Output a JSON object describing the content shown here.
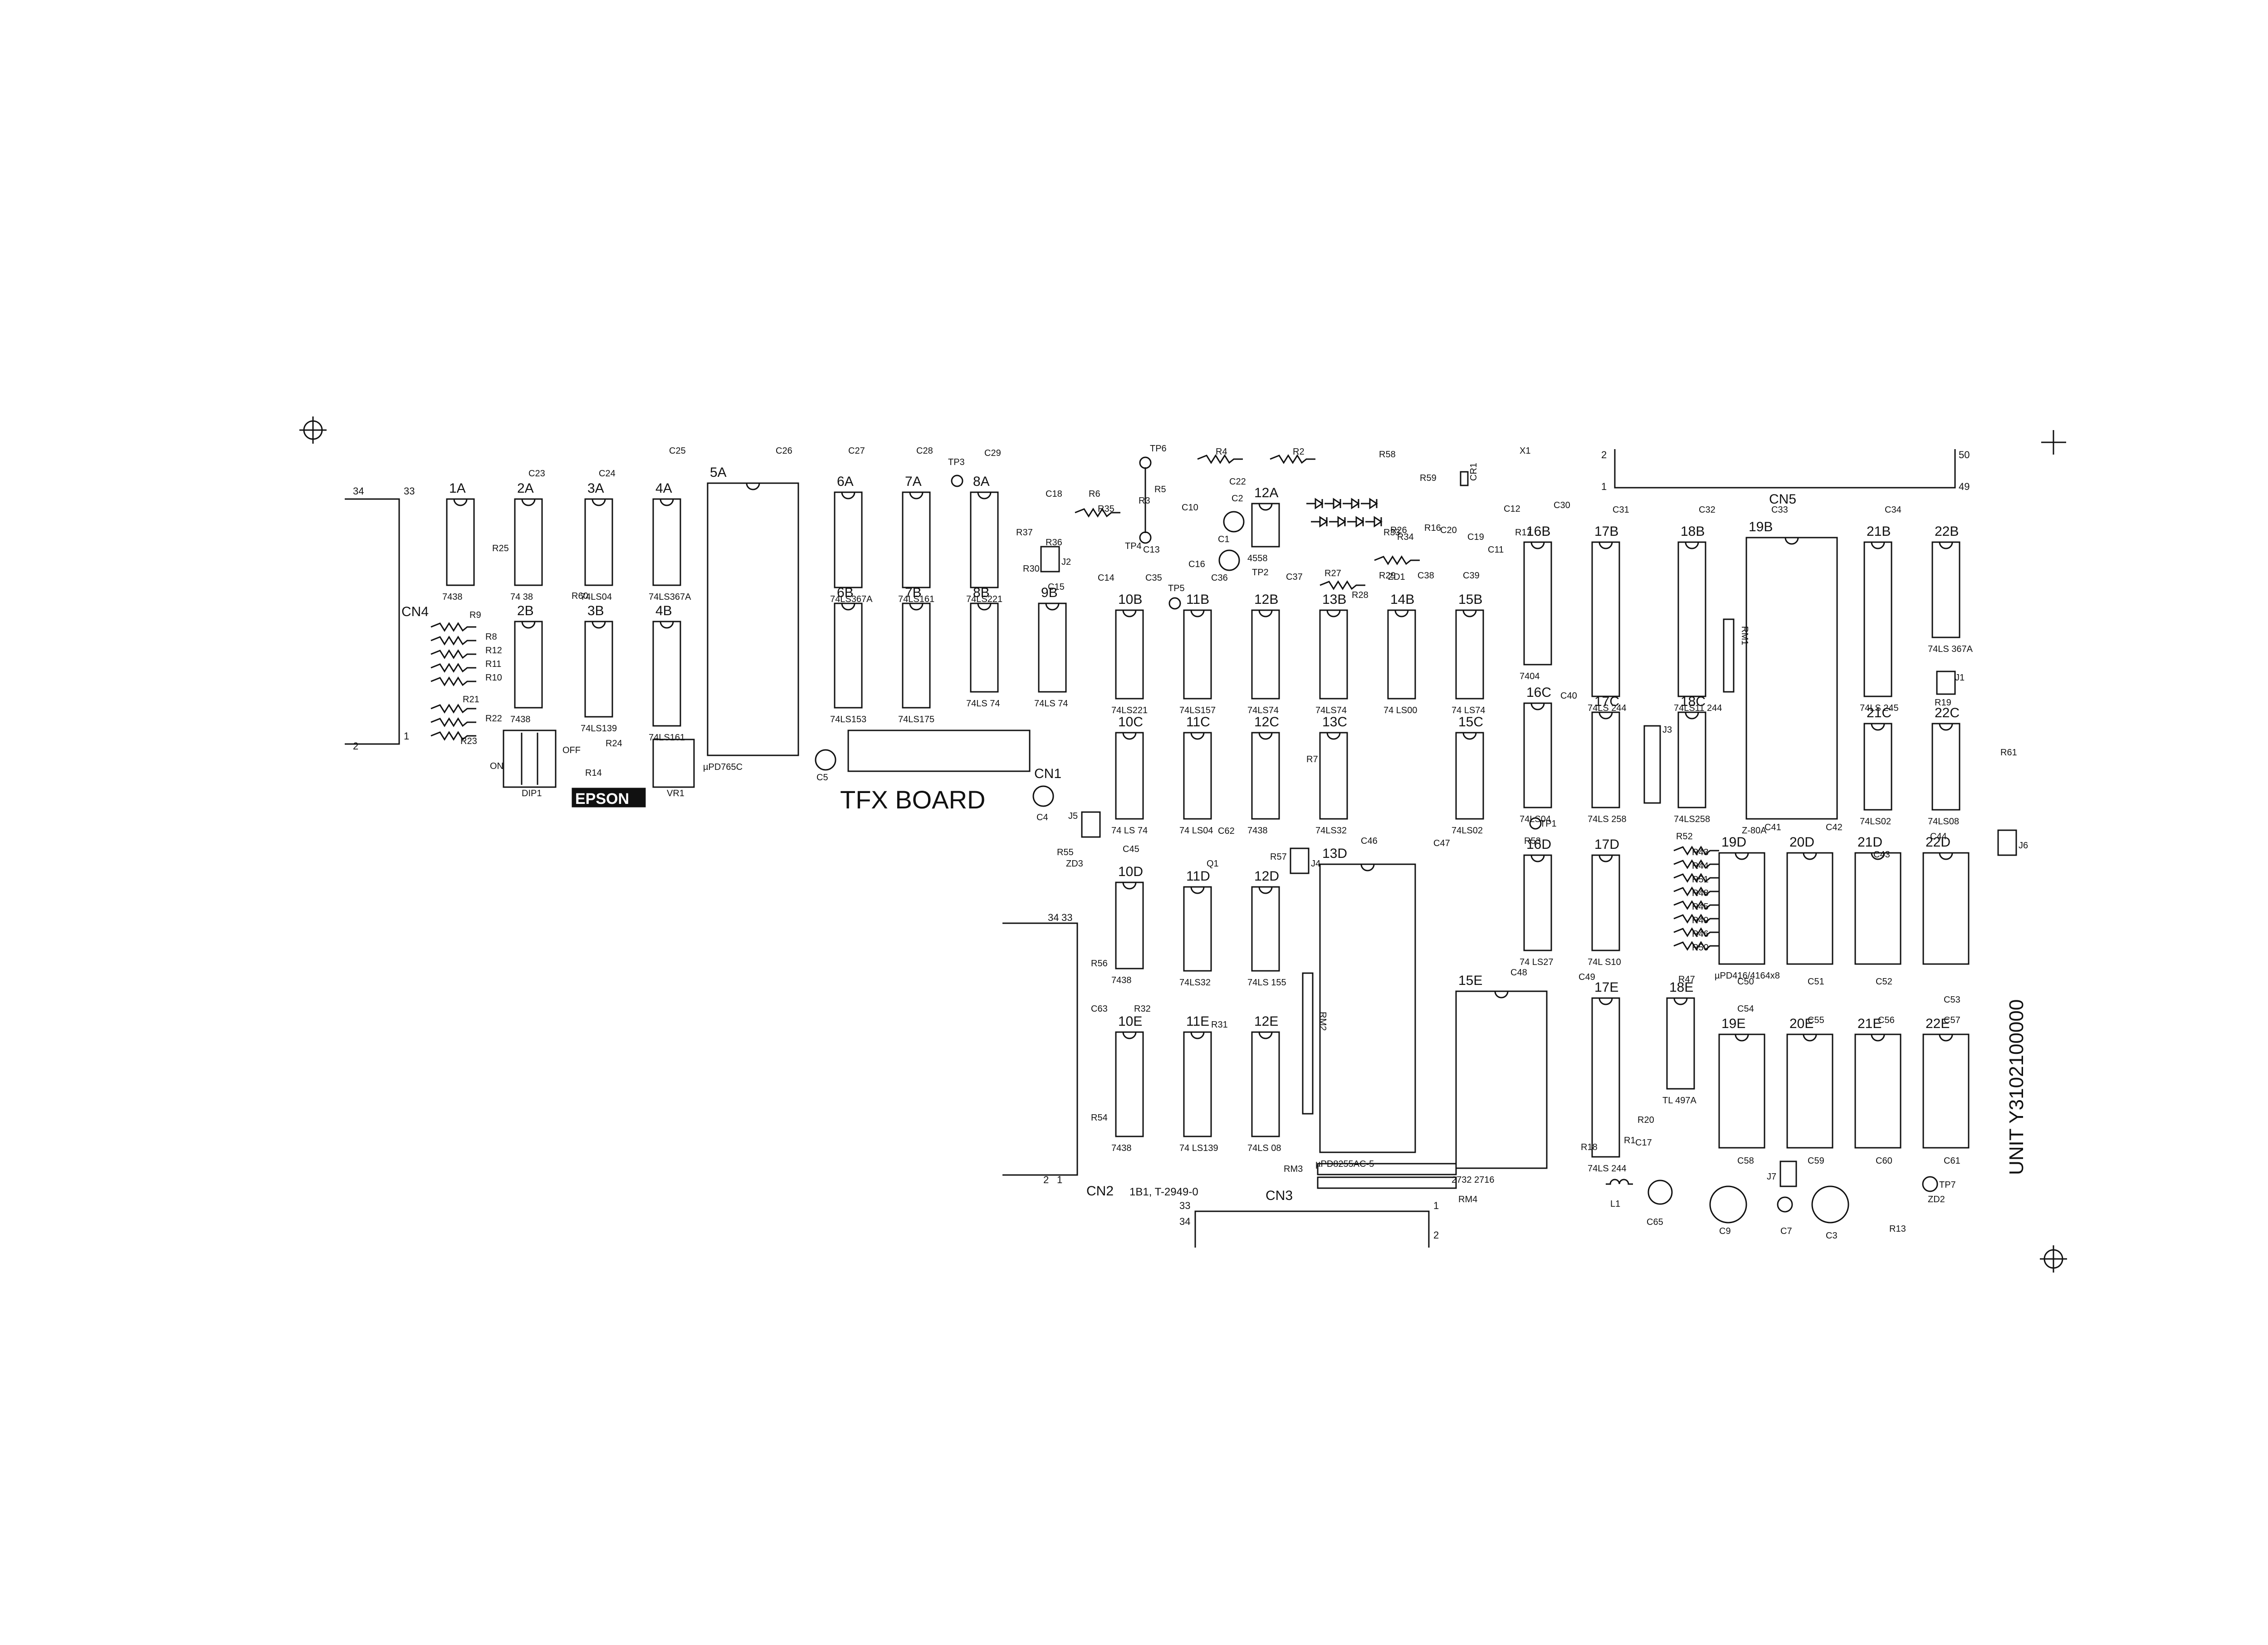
{
  "title": "TFX BOARD",
  "logo": "EPSON",
  "unit": "UNIT Y3102100000",
  "connectors": {
    "cn1": "CN1",
    "cn2": "CN2",
    "cn3": "CN3",
    "cn4": "CN4",
    "cn5": "CN5",
    "cn2_note": "1B1, T-2949-0",
    "cn4_pins": [
      "34",
      "33",
      "2",
      "1"
    ],
    "cn5_pins": [
      "2",
      "1",
      "50",
      "49"
    ],
    "cn3_pins": [
      "33",
      "34",
      "2",
      "1"
    ],
    "cn2_pins": [
      "34",
      "33",
      "2",
      "1"
    ]
  },
  "chips": [
    {
      "ref": "1A",
      "part": "7438"
    },
    {
      "ref": "2A",
      "part": "74 38"
    },
    {
      "ref": "3A",
      "part": "74LS04"
    },
    {
      "ref": "4A",
      "part": "74LS367A"
    },
    {
      "ref": "2B",
      "part": "7438"
    },
    {
      "ref": "3B",
      "part": "74LS139"
    },
    {
      "ref": "4B",
      "part": "74LS161"
    },
    {
      "ref": "5A",
      "part": "µPD765C"
    },
    {
      "ref": "6A",
      "part": "74LS367A"
    },
    {
      "ref": "7A",
      "part": "74LS161"
    },
    {
      "ref": "8A",
      "part": "74LS221"
    },
    {
      "ref": "6B",
      "part": "74LS153"
    },
    {
      "ref": "7B",
      "part": "74LS175"
    },
    {
      "ref": "8B",
      "part": "74LS 74"
    },
    {
      "ref": "9B",
      "part": "74LS 74"
    },
    {
      "ref": "10B",
      "part": "74LS221"
    },
    {
      "ref": "11B",
      "part": "74LS157"
    },
    {
      "ref": "12B",
      "part": "74LS74"
    },
    {
      "ref": "13B",
      "part": "74LS74"
    },
    {
      "ref": "14B",
      "part": "74 LS00"
    },
    {
      "ref": "15B",
      "part": "74 LS74"
    },
    {
      "ref": "12A",
      "part": "4558"
    },
    {
      "ref": "10C",
      "part": "74 LS 74"
    },
    {
      "ref": "11C",
      "part": "74 LS04"
    },
    {
      "ref": "12C",
      "part": "7438"
    },
    {
      "ref": "13C",
      "part": "74LS32"
    },
    {
      "ref": "15C",
      "part": "74LS02"
    },
    {
      "ref": "16B",
      "part": "7404"
    },
    {
      "ref": "17B",
      "part": "74LS 244"
    },
    {
      "ref": "18B",
      "part": "74LS11 244"
    },
    {
      "ref": "19B",
      "part": "Z-80A"
    },
    {
      "ref": "21B",
      "part": "74LS 245"
    },
    {
      "ref": "22B",
      "part": "74LS 367A"
    },
    {
      "ref": "16C",
      "part": "74LS04"
    },
    {
      "ref": "17C",
      "part": "74LS 258"
    },
    {
      "ref": "18C",
      "part": "74LS258"
    },
    {
      "ref": "21C",
      "part": "74LS02"
    },
    {
      "ref": "22C",
      "part": "74LS08"
    },
    {
      "ref": "10D",
      "part": "7438"
    },
    {
      "ref": "11D",
      "part": "74LS32"
    },
    {
      "ref": "12D",
      "part": "74LS 155"
    },
    {
      "ref": "13D",
      "part": "µPD8255AC-5"
    },
    {
      "ref": "16D",
      "part": "74 LS27"
    },
    {
      "ref": "17D",
      "part": "74L S10"
    },
    {
      "ref": "19D",
      "part": "µPD416/4164x8"
    },
    {
      "ref": "20D",
      "part": ""
    },
    {
      "ref": "21D",
      "part": ""
    },
    {
      "ref": "22D",
      "part": ""
    },
    {
      "ref": "10E",
      "part": "7438"
    },
    {
      "ref": "11E",
      "part": "74 LS139"
    },
    {
      "ref": "12E",
      "part": "74LS 08"
    },
    {
      "ref": "15E",
      "part": "2732 2716"
    },
    {
      "ref": "17E",
      "part": "74LS 244"
    },
    {
      "ref": "18E",
      "part": "TL 497A"
    },
    {
      "ref": "19E",
      "part": ""
    },
    {
      "ref": "20E",
      "part": ""
    },
    {
      "ref": "21E",
      "part": ""
    },
    {
      "ref": "22E",
      "part": ""
    }
  ],
  "labels": {
    "dip1": "DIP1",
    "vr1": "VR1",
    "on": "ON",
    "off": "OFF",
    "jumpers": [
      "J1",
      "J2",
      "J3",
      "J4",
      "J5",
      "J6",
      "J7"
    ],
    "test_points": [
      "TP1",
      "TP2",
      "TP3",
      "TP4",
      "TP5",
      "TP6",
      "TP7"
    ],
    "rm": [
      "RM1",
      "RM2",
      "RM3",
      "RM4"
    ],
    "zd": [
      "ZD1",
      "ZD2",
      "ZD3"
    ],
    "misc": [
      "L1",
      "Q1",
      "CR1",
      "X1"
    ]
  },
  "resistors": [
    "R1",
    "R2",
    "R3",
    "R4",
    "R5",
    "R6",
    "R7",
    "R8",
    "R9",
    "R10",
    "R11",
    "R12",
    "R13",
    "R14",
    "R16",
    "R17",
    "R18",
    "R19",
    "R20",
    "R21",
    "R22",
    "R23",
    "R24",
    "R25",
    "R26",
    "R27",
    "R28",
    "R29",
    "R30",
    "R31",
    "R32",
    "R33",
    "R34",
    "R35",
    "R36",
    "R37",
    "R43",
    "R44",
    "R45",
    "R46",
    "R47",
    "R48",
    "R49",
    "R50",
    "R51",
    "R52",
    "R53",
    "R54",
    "R55",
    "R56",
    "R57",
    "R58",
    "R59",
    "R60",
    "R61"
  ],
  "capacitors": [
    "C1",
    "C2",
    "C3",
    "C4",
    "C5",
    "C7",
    "C9",
    "C10",
    "C11",
    "C12",
    "C13",
    "C14",
    "C15",
    "C16",
    "C17",
    "C18",
    "C19",
    "C20",
    "C22",
    "C23",
    "C24",
    "C25",
    "C26",
    "C27",
    "C28",
    "C29",
    "C30",
    "C31",
    "C32",
    "C33",
    "C34",
    "C35",
    "C36",
    "C37",
    "C38",
    "C39",
    "C40",
    "C41",
    "C42",
    "C43",
    "C44",
    "C45",
    "C46",
    "C47",
    "C48",
    "C49",
    "C50",
    "C51",
    "C52",
    "C53",
    "C54",
    "C55",
    "C56",
    "C57",
    "C58",
    "C59",
    "C60",
    "C61",
    "C62",
    "C63",
    "C65"
  ]
}
